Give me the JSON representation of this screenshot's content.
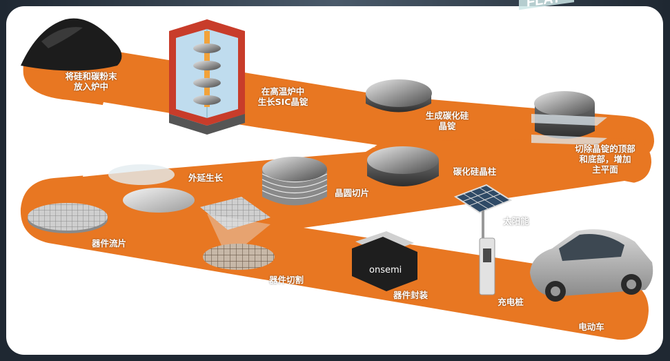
{
  "steps": {
    "mix_powder": "将硅和碳粉末\n放入炉中",
    "grow_ingot": "在高温炉中\n生长SIC晶锭",
    "sic_ingot": "生成碳化硅\n晶锭",
    "cut_ends": "切除晶锭的顶部\n和底部，增加\n主平面",
    "sic_boule": "碳化硅晶柱",
    "wafer_slice": "晶圆切片",
    "epitaxy": "外延生长",
    "device_fab": "器件流片",
    "dicing": "器件切割",
    "packaging": "器件封装",
    "solar": "太阳能",
    "charging": "充电桩",
    "ev": "电动车"
  },
  "flat_sign": "FLAT",
  "chip_brand": "onsemi",
  "colors": {
    "band": "#e87722",
    "frame": "#27313c",
    "panel": "#ffffff"
  }
}
